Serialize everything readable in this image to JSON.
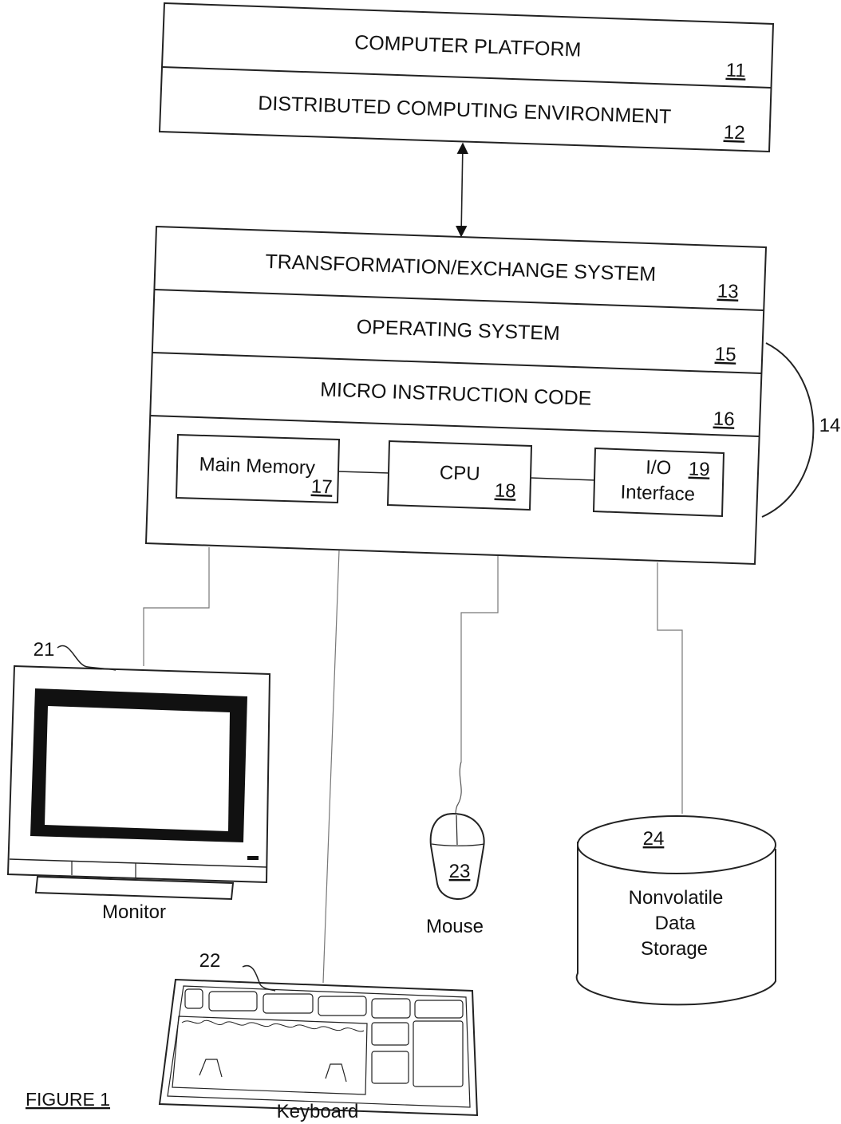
{
  "platform": {
    "layers": [
      {
        "label": "COMPUTER PLATFORM",
        "ref": "11"
      },
      {
        "label": "DISTRIBUTED COMPUTING ENVIRONMENT",
        "ref": "12"
      }
    ]
  },
  "system": {
    "layers": [
      {
        "label": "TRANSFORMATION/EXCHANGE SYSTEM",
        "ref": "13"
      },
      {
        "label": "OPERATING SYSTEM",
        "ref": "15"
      },
      {
        "label": "MICRO INSTRUCTION CODE",
        "ref": "16"
      }
    ],
    "bracket_ref": "14",
    "components": [
      {
        "label": "Main Memory",
        "ref": "17"
      },
      {
        "label": "CPU",
        "ref": "18"
      },
      {
        "label_line1": "I/O",
        "label_line2": "Interface",
        "ref": "19"
      }
    ]
  },
  "peripherals": {
    "monitor": {
      "label": "Monitor",
      "ref": "21"
    },
    "keyboard": {
      "label": "Keyboard",
      "ref": "22"
    },
    "mouse": {
      "label": "Mouse",
      "ref": "23"
    },
    "storage": {
      "label_lines": [
        "Nonvolatile",
        "Data",
        "Storage"
      ],
      "ref": "24"
    }
  },
  "figure_caption": "FIGURE 1"
}
